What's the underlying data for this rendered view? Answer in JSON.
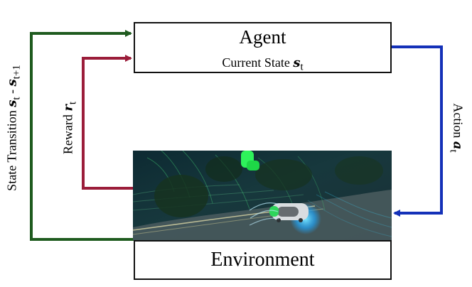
{
  "agent": {
    "title": "Agent",
    "subtitle_prefix": "Current State ",
    "subtitle_math": "s",
    "subtitle_sub": "t"
  },
  "environment": {
    "title": "Environment"
  },
  "labels": {
    "state_prefix": "State Transition ",
    "state_math_1": "s",
    "state_sub_1": "t",
    "state_separator": " - ",
    "state_math_2": "s",
    "state_sub_2": "t+1",
    "reward_prefix": "Reward ",
    "reward_math": "r",
    "reward_sub": "t",
    "action_prefix": "Action ",
    "action_math": "a",
    "action_sub": "t"
  },
  "colors": {
    "state_transition": "#1f5b1f",
    "reward": "#9b1d3a",
    "action": "#1431b8",
    "box_border": "#111111"
  }
}
